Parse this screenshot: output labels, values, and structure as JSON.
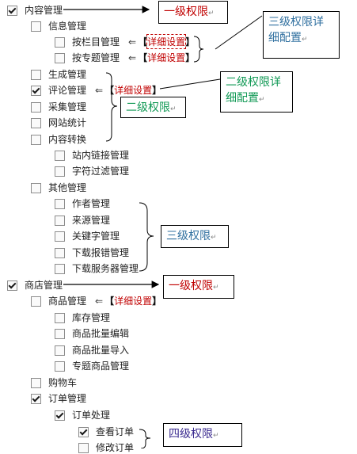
{
  "tree": {
    "content_mgmt": "内容管理",
    "info_mgmt": "信息管理",
    "by_column_mgmt": "按栏目管理",
    "by_topic_mgmt": "按专题管理",
    "generate_mgmt": "生成管理",
    "comment_mgmt": "评论管理",
    "collect_mgmt": "采集管理",
    "site_stats": "网站统计",
    "content_convert": "内容转换",
    "site_link_mgmt": "站内链接管理",
    "char_filter_mgmt": "字符过滤管理",
    "other_mgmt": "其他管理",
    "author_mgmt": "作者管理",
    "source_mgmt": "来源管理",
    "keyword_mgmt": "关键字管理",
    "download_error_mgmt": "下载报错管理",
    "download_server_mgmt": "下载服务器管理",
    "shop_mgmt": "商店管理",
    "product_mgmt": "商品管理",
    "inventory_mgmt": "库存管理",
    "product_batch_edit": "商品批量编辑",
    "product_batch_import": "商品批量导入",
    "topic_product_mgmt": "专题商品管理",
    "cart": "购物车",
    "order_mgmt": "订单管理",
    "order_processing": "订单处理",
    "view_order": "查看订单",
    "modify_order": "修改订单"
  },
  "detail_link": {
    "arrow": "⇐",
    "open": "【",
    "label": "详细设置",
    "close": "】"
  },
  "annotations": {
    "level1_a": "一级权限",
    "level1_b": "一级权限",
    "level2_detail": "二级权限详细配置",
    "level2": "二级权限",
    "level3_detail": "三级权限详细配置",
    "level3": "三级权限",
    "level4": "四级权限",
    "return_mark": "↵"
  },
  "colors": {
    "red": "#c00000",
    "blue": "#2f6f9f",
    "green": "#119955"
  }
}
